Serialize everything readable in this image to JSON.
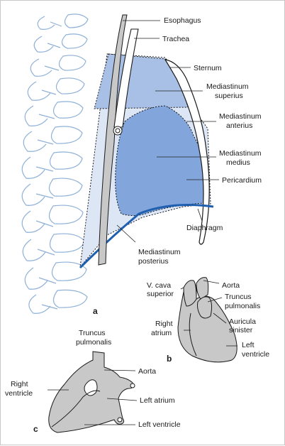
{
  "panels": {
    "a": "a",
    "b": "b",
    "c": "c"
  },
  "panel_a": {
    "esophagus": "Esophagus",
    "trachea": "Trachea",
    "sternum": "Sternum",
    "med_superius_1": "Mediastinum",
    "med_superius_2": "superius",
    "med_anterius_1": "Mediastinum",
    "med_anterius_2": "anterius",
    "med_medius_1": "Mediastinum",
    "med_medius_2": "medius",
    "pericardium": "Pericardium",
    "diaphragm": "Diaphragm",
    "med_posterius_1": "Mediastinum",
    "med_posterius_2": "posterius"
  },
  "panel_b": {
    "vcava_1": "V. cava",
    "vcava_2": "superior",
    "aorta": "Aorta",
    "truncus_1": "Truncus",
    "truncus_2": "pulmonalis",
    "auricula_1": "Auricula",
    "auricula_2": "sinister",
    "right_atrium_1": "Right",
    "right_atrium_2": "atrium",
    "left_ventricle_1": "Left",
    "left_ventricle_2": "ventricle"
  },
  "panel_c": {
    "truncus_1": "Truncus",
    "truncus_2": "pulmonalis",
    "aorta": "Aorta",
    "right_ventricle_1": "Right",
    "right_ventricle_2": "ventricle",
    "left_atrium": "Left atrium",
    "left_ventricle": "Left ventricle"
  },
  "colors": {
    "spine_stroke": "#8fb1d8",
    "mediastinum_light": "#dce6f5",
    "mediastinum_mid": "#a9c0e6",
    "pericardium": "#82a5db",
    "diaphragm": "#1f5fb0",
    "heart_gray": "#c8c8c8"
  }
}
